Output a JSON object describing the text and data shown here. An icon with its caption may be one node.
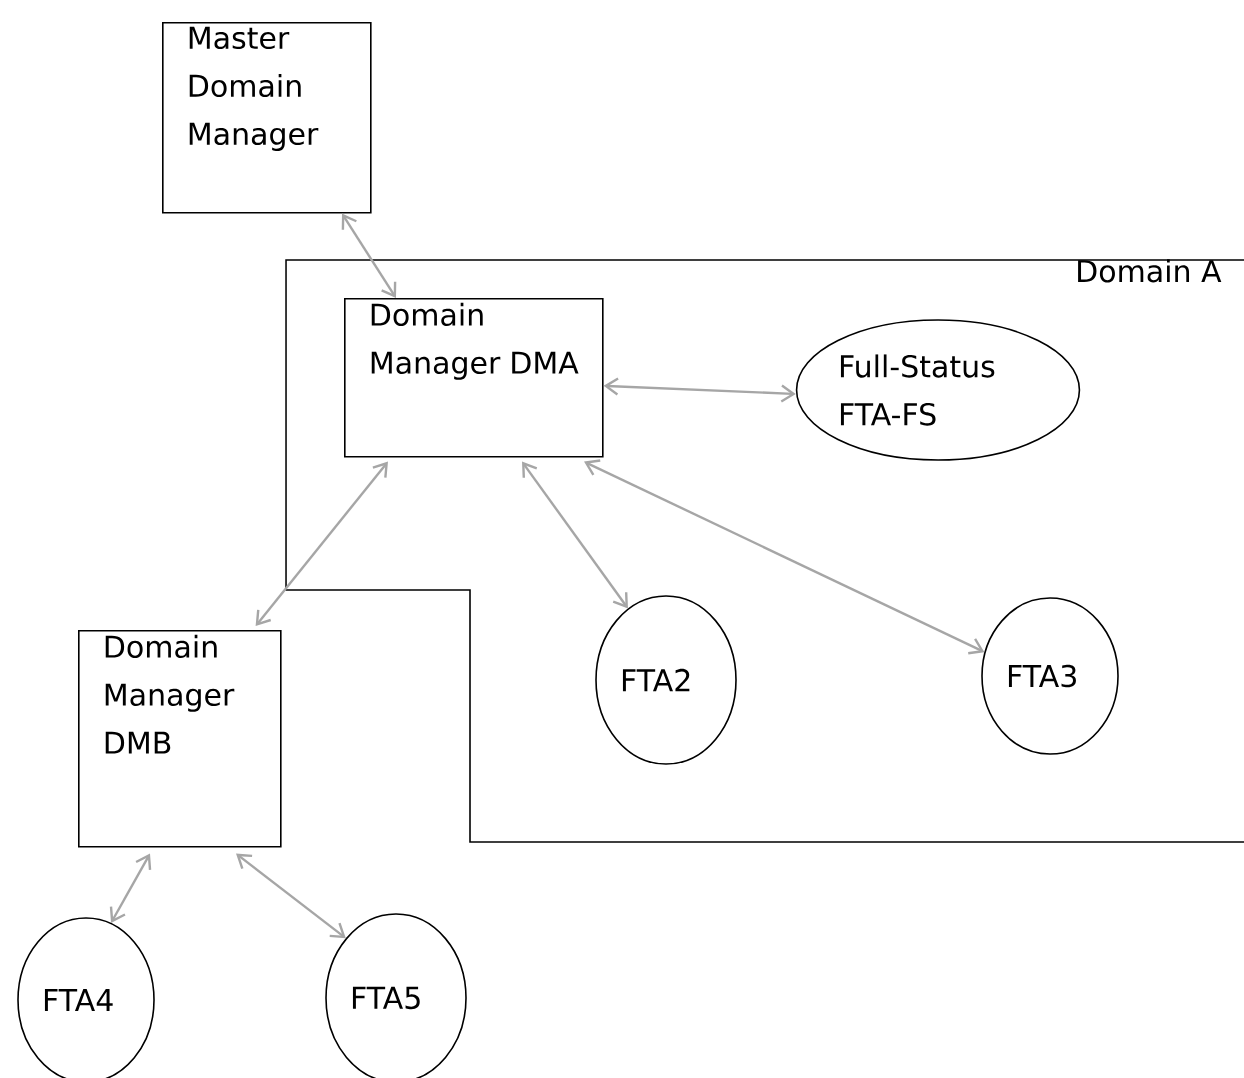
{
  "diagram": {
    "nodes": [
      {
        "text": [
          "Master Domain Manager"
        ]
      },
      {
        "text": [
          "Domain A"
        ]
      },
      {
        "text": [
          "Domain Manager DMA"
        ],
        "in": 1
      },
      {
        "text": [
          "Full-Status FTA-FS"
        ],
        "in": 1
      },
      {
        "text": [
          "FTA2"
        ],
        "in": 1
      },
      {
        "text": [
          "FTA3"
        ],
        "in": 1
      },
      {
        "text": [
          "Domain Manager DMB"
        ]
      },
      {
        "text": [
          "FTA4"
        ]
      },
      {
        "text": [
          "FTA5"
        ]
      }
    ],
    "edges": [
      {
        "from": 0,
        "to": 2,
        "arrow": "both"
      },
      {
        "from": 2,
        "to": 3,
        "arrow": "both"
      },
      {
        "from": 2,
        "to": 4,
        "arrow": "both"
      },
      {
        "from": 2,
        "to": 5,
        "arrow": "both"
      },
      {
        "from": 2,
        "to": 6,
        "arrow": "both"
      },
      {
        "from": 6,
        "to": 7,
        "arrow": "both"
      },
      {
        "from": 6,
        "to": 8,
        "arrow": "both"
      }
    ]
  }
}
